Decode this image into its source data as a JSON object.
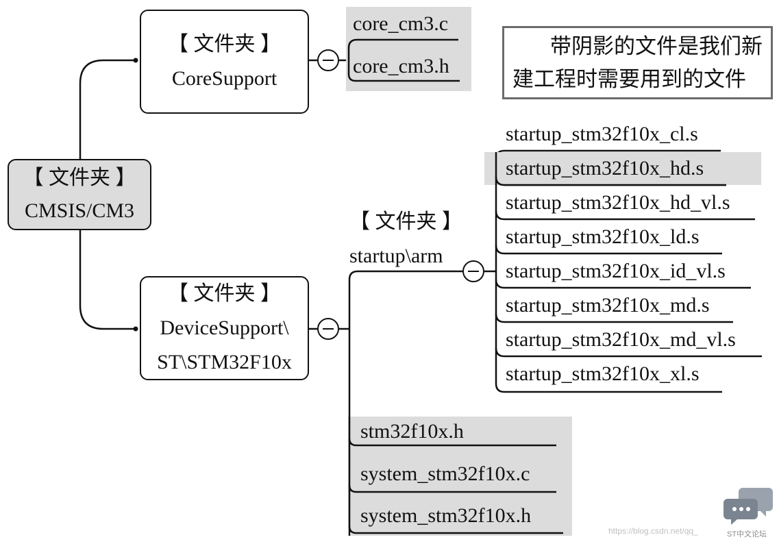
{
  "root": {
    "line1": "【 文件夹 】",
    "line2": "CMSIS/CM3"
  },
  "core_support": {
    "line1": "【 文件夹 】",
    "line2": "CoreSupport",
    "files": [
      "core_cm3.c",
      "core_cm3.h"
    ]
  },
  "device_support": {
    "line1": "【 文件夹 】",
    "line2": "DeviceSupport\\",
    "line3": "ST\\STM32F10x",
    "files": [
      "stm32f10x.h",
      "system_stm32f10x.c",
      "system_stm32f10x.h"
    ]
  },
  "startup_arm": {
    "line1": "【 文件夹 】",
    "line2": "startup\\arm",
    "files": [
      "startup_stm32f10x_cl.s",
      "startup_stm32f10x_hd.s",
      "startup_stm32f10x_hd_vl.s",
      "startup_stm32f10x_ld.s",
      "startup_stm32f10x_id_vl.s",
      "startup_stm32f10x_md.s",
      "startup_stm32f10x_md_vl.s",
      "startup_stm32f10x_xl.s"
    ]
  },
  "note": {
    "line1": "带阴影的文件是我们新",
    "line2": "建工程时需要用到的文件"
  },
  "watermark": {
    "url": "https://blog.csdn.net/qq_",
    "brand": "ST中文论坛"
  },
  "colors": {
    "shade": "#dcdcdc",
    "line": "#111111",
    "note_border": "#6b6b6b"
  }
}
